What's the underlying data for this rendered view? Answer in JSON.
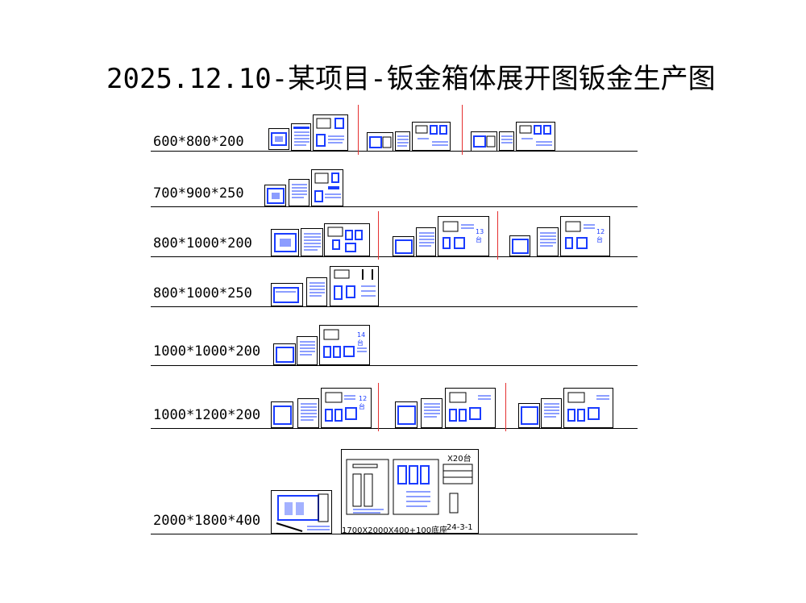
{
  "title": "2025.12.10-某项目-钣金箱体展开图钣金生产图",
  "rows": [
    {
      "label": "600*800*200"
    },
    {
      "label": "700*900*250"
    },
    {
      "label": "800*1000*200"
    },
    {
      "label": "800*1000*250"
    },
    {
      "label": "1000*1000*200"
    },
    {
      "label": "1000*1200*200"
    },
    {
      "label": "2000*1800*400"
    }
  ],
  "sheet_notes": {
    "row3_qty_a": "13台",
    "row3_qty_b": "12台",
    "row5_qty": "14台",
    "row6_qty": "12台",
    "row7_qty": "X20台",
    "row7_base": "1700X2000X400+100底座",
    "row7_code": "24-3-1"
  },
  "colors": {
    "separator": "#e53030",
    "drawing_blue": "#1a3cff",
    "line": "#000000"
  }
}
